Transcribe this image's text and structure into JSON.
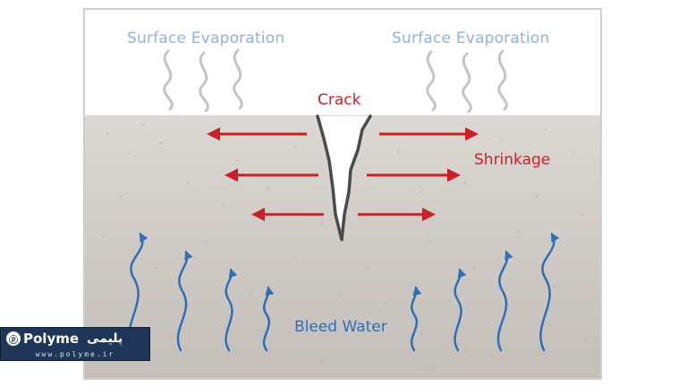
{
  "labels": {
    "evaporation_left": "Surface Evaporation",
    "evaporation_right": "Surface Evaporation",
    "crack": "Crack",
    "shrinkage": "Shrinkage",
    "bleed_water": "Bleed Water"
  },
  "watermark": {
    "logo_glyph": "ⓟ",
    "brand": "Polyme",
    "brand_fa": "پلیمی",
    "url": "www.polyme.ir"
  },
  "colors": {
    "evaporation": "#8fb2de",
    "crack_shrinkage": "#cc2027",
    "bleed_water": "#2f6fb6",
    "concrete": "#cfcac4",
    "crack_line": "#4a4a4a"
  }
}
